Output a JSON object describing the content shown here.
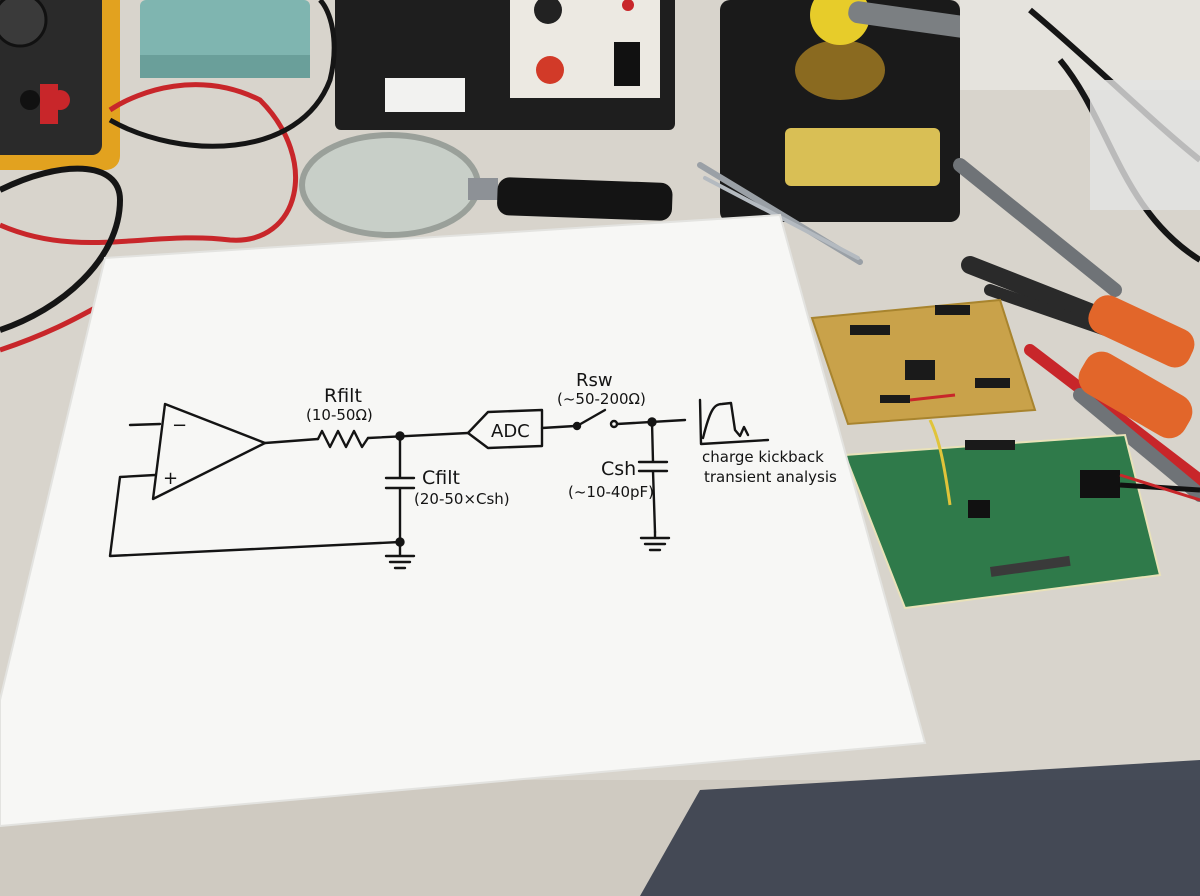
{
  "schematic": {
    "r_filt_label": "Rfilt",
    "r_filt_value": "(10-50Ω)",
    "adc_label": "ADC",
    "r_sw_label": "Rsw",
    "r_sw_value": "(~50-200Ω)",
    "c_filt_label": "Cfilt",
    "c_filt_value": "(20-50×Csh)",
    "c_sh_label": "Csh",
    "c_sh_value": "(~10-40pF)",
    "note_line1": "charge kickback",
    "note_line2": "transient analysis",
    "opamp_minus": "−",
    "opamp_plus": "+"
  },
  "colors": {
    "desk": "#d9d6cf",
    "paper": "#f7f7f5",
    "ink": "#141414",
    "perfboard_green": "#2f7a4a",
    "perfboard_yellow": "#c9a24a",
    "meter_yellow": "#e2a21f",
    "probe_red": "#c8262a",
    "handle_orange": "#e2662a"
  },
  "icons": [
    "multimeter-icon",
    "power-supply-icon",
    "magnifying-glass-icon",
    "soldering-station-icon",
    "tweezers-icon",
    "wire-stripper-icon",
    "test-probe-icon",
    "perfboard-icon"
  ]
}
